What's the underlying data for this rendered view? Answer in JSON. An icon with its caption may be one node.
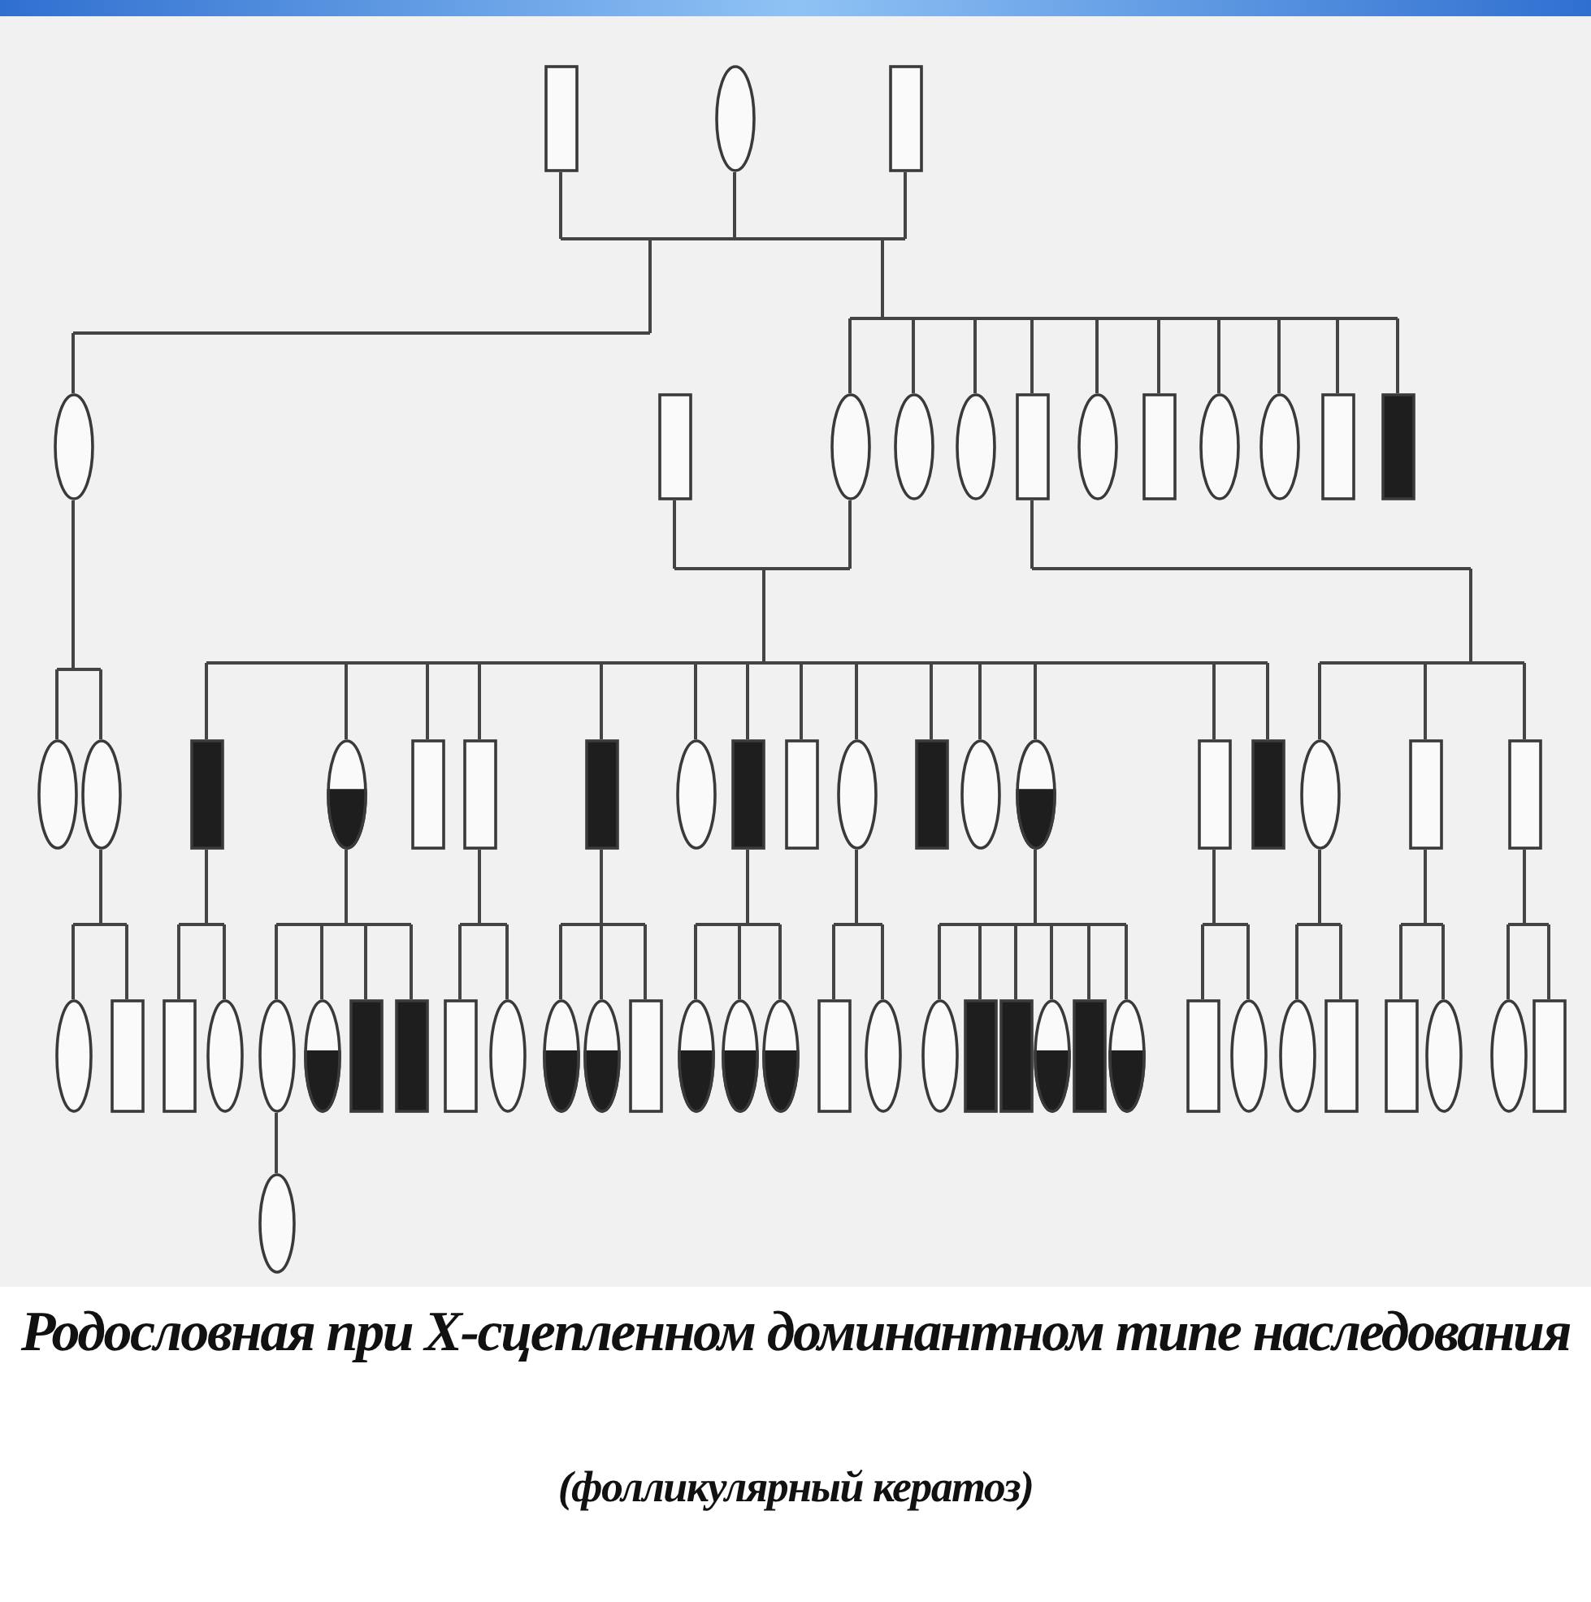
{
  "diagram": {
    "caption": "Родословная при Х-сцепленном доминантном типе наследования",
    "nodes": [
      {
        "text": [],
        "shape": "box"
      },
      {
        "text": [],
        "shape": "circle"
      },
      {
        "text": [],
        "shape": "box"
      },
      {
        "text": [],
        "shape": "circle"
      },
      {
        "text": [],
        "shape": "box"
      },
      {
        "text": [],
        "shape": "circle"
      },
      {
        "text": [],
        "shape": "circle"
      },
      {
        "text": [],
        "shape": "circle"
      },
      {
        "text": [],
        "shape": "box"
      },
      {
        "text": [],
        "shape": "circle"
      },
      {
        "text": [],
        "shape": "box"
      },
      {
        "text": [],
        "shape": "circle"
      },
      {
        "text": [],
        "shape": "circle"
      },
      {
        "text": [],
        "shape": "box"
      },
      {
        "text": [],
        "shape": "filled-box"
      },
      {
        "text": [],
        "shape": "circle"
      },
      {
        "text": [],
        "shape": "circle"
      },
      {
        "text": [],
        "shape": "filled-box"
      },
      {
        "text": [],
        "shape": "half-filled-circle"
      },
      {
        "text": [],
        "shape": "box"
      },
      {
        "text": [],
        "shape": "box"
      },
      {
        "text": [],
        "shape": "filled-box"
      },
      {
        "text": [],
        "shape": "circle"
      },
      {
        "text": [],
        "shape": "filled-box"
      },
      {
        "text": [],
        "shape": "box"
      },
      {
        "text": [],
        "shape": "circle"
      },
      {
        "text": [],
        "shape": "filled-box"
      },
      {
        "text": [],
        "shape": "circle"
      },
      {
        "text": [],
        "shape": "half-filled-circle"
      },
      {
        "text": [],
        "shape": "box"
      },
      {
        "text": [],
        "shape": "filled-box"
      },
      {
        "text": [],
        "shape": "circle"
      },
      {
        "text": [],
        "shape": "box"
      },
      {
        "text": [],
        "shape": "box"
      },
      {
        "text": [],
        "shape": "circle"
      },
      {
        "text": [],
        "shape": "box"
      },
      {
        "text": [],
        "shape": "box"
      },
      {
        "text": [],
        "shape": "circle"
      },
      {
        "text": [],
        "shape": "circle"
      },
      {
        "text": [],
        "shape": "half-filled-circle"
      },
      {
        "text": [],
        "shape": "filled-box"
      },
      {
        "text": [],
        "shape": "filled-box"
      },
      {
        "text": [],
        "shape": "box"
      },
      {
        "text": [],
        "shape": "circle"
      },
      {
        "text": [],
        "shape": "half-filled-circle"
      },
      {
        "text": [],
        "shape": "half-filled-circle"
      },
      {
        "text": [],
        "shape": "box"
      },
      {
        "text": [],
        "shape": "half-filled-circle"
      },
      {
        "text": [],
        "shape": "half-filled-circle"
      },
      {
        "text": [],
        "shape": "half-filled-circle"
      },
      {
        "text": [],
        "shape": "box"
      },
      {
        "text": [],
        "shape": "circle"
      },
      {
        "text": [],
        "shape": "circle"
      },
      {
        "text": [],
        "shape": "filled-box"
      },
      {
        "text": [],
        "shape": "filled-box"
      },
      {
        "text": [],
        "shape": "half-filled-circle"
      },
      {
        "text": [],
        "shape": "filled-box"
      },
      {
        "text": [],
        "shape": "half-filled-circle"
      },
      {
        "text": [],
        "shape": "box"
      },
      {
        "text": [],
        "shape": "circle"
      },
      {
        "text": [],
        "shape": "circle"
      },
      {
        "text": [],
        "shape": "box"
      },
      {
        "text": [],
        "shape": "box"
      },
      {
        "text": [],
        "shape": "circle"
      },
      {
        "text": [],
        "shape": "circle"
      },
      {
        "text": [],
        "shape": "box"
      },
      {
        "text": [],
        "shape": "circle"
      }
    ],
    "edges": [
      {
        "from": 0,
        "to": 1,
        "arrow": "none"
      },
      {
        "from": 0,
        "to": 3,
        "arrow": "none"
      },
      {
        "from": 1,
        "to": 3,
        "arrow": "none"
      },
      {
        "from": 1,
        "to": 2,
        "arrow": "none"
      },
      {
        "from": 1,
        "to": 5,
        "arrow": "none"
      },
      {
        "from": 1,
        "to": 6,
        "arrow": "none"
      },
      {
        "from": 1,
        "to": 7,
        "arrow": "none"
      },
      {
        "from": 1,
        "to": 8,
        "arrow": "none"
      },
      {
        "from": 1,
        "to": 9,
        "arrow": "none"
      },
      {
        "from": 1,
        "to": 10,
        "arrow": "none"
      },
      {
        "from": 1,
        "to": 11,
        "arrow": "none"
      },
      {
        "from": 1,
        "to": 12,
        "arrow": "none"
      },
      {
        "from": 1,
        "to": 13,
        "arrow": "none"
      },
      {
        "from": 1,
        "to": 14,
        "arrow": "none"
      },
      {
        "from": 2,
        "to": 5,
        "arrow": "none"
      },
      {
        "from": 2,
        "to": 6,
        "arrow": "none"
      },
      {
        "from": 2,
        "to": 7,
        "arrow": "none"
      },
      {
        "from": 2,
        "to": 8,
        "arrow": "none"
      },
      {
        "from": 2,
        "to": 9,
        "arrow": "none"
      },
      {
        "from": 2,
        "to": 10,
        "arrow": "none"
      },
      {
        "from": 2,
        "to": 11,
        "arrow": "none"
      },
      {
        "from": 2,
        "to": 12,
        "arrow": "none"
      },
      {
        "from": 2,
        "to": 13,
        "arrow": "none"
      },
      {
        "from": 2,
        "to": 14,
        "arrow": "none"
      },
      {
        "from": 3,
        "to": 15,
        "arrow": "none"
      },
      {
        "from": 3,
        "to": 16,
        "arrow": "none"
      },
      {
        "from": 4,
        "to": 5,
        "arrow": "none"
      },
      {
        "from": 4,
        "to": 17,
        "arrow": "none"
      },
      {
        "from": 4,
        "to": 18,
        "arrow": "none"
      },
      {
        "from": 4,
        "to": 19,
        "arrow": "none"
      },
      {
        "from": 4,
        "to": 20,
        "arrow": "none"
      },
      {
        "from": 4,
        "to": 21,
        "arrow": "none"
      },
      {
        "from": 4,
        "to": 22,
        "arrow": "none"
      },
      {
        "from": 4,
        "to": 23,
        "arrow": "none"
      },
      {
        "from": 4,
        "to": 24,
        "arrow": "none"
      },
      {
        "from": 4,
        "to": 25,
        "arrow": "none"
      },
      {
        "from": 4,
        "to": 26,
        "arrow": "none"
      },
      {
        "from": 4,
        "to": 27,
        "arrow": "none"
      },
      {
        "from": 4,
        "to": 28,
        "arrow": "none"
      },
      {
        "from": 4,
        "to": 29,
        "arrow": "none"
      },
      {
        "from": 4,
        "to": 30,
        "arrow": "none"
      },
      {
        "from": 5,
        "to": 17,
        "arrow": "none"
      },
      {
        "from": 5,
        "to": 18,
        "arrow": "none"
      },
      {
        "from": 5,
        "to": 19,
        "arrow": "none"
      },
      {
        "from": 5,
        "to": 20,
        "arrow": "none"
      },
      {
        "from": 5,
        "to": 21,
        "arrow": "none"
      },
      {
        "from": 5,
        "to": 22,
        "arrow": "none"
      },
      {
        "from": 5,
        "to": 23,
        "arrow": "none"
      },
      {
        "from": 5,
        "to": 24,
        "arrow": "none"
      },
      {
        "from": 5,
        "to": 25,
        "arrow": "none"
      },
      {
        "from": 5,
        "to": 26,
        "arrow": "none"
      },
      {
        "from": 5,
        "to": 27,
        "arrow": "none"
      },
      {
        "from": 5,
        "to": 28,
        "arrow": "none"
      },
      {
        "from": 5,
        "to": 29,
        "arrow": "none"
      },
      {
        "from": 5,
        "to": 30,
        "arrow": "none"
      },
      {
        "from": 8,
        "to": 31,
        "arrow": "none"
      },
      {
        "from": 8,
        "to": 32,
        "arrow": "none"
      },
      {
        "from": 8,
        "to": 33,
        "arrow": "none"
      },
      {
        "from": 16,
        "to": 34,
        "arrow": "none"
      },
      {
        "from": 16,
        "to": 35,
        "arrow": "none"
      },
      {
        "from": 17,
        "to": 36,
        "arrow": "none"
      },
      {
        "from": 17,
        "to": 37,
        "arrow": "none"
      },
      {
        "from": 18,
        "to": 38,
        "arrow": "none"
      },
      {
        "from": 18,
        "to": 39,
        "arrow": "none"
      },
      {
        "from": 18,
        "to": 40,
        "arrow": "none"
      },
      {
        "from": 18,
        "to": 41,
        "arrow": "none"
      },
      {
        "from": 20,
        "to": 42,
        "arrow": "none"
      },
      {
        "from": 20,
        "to": 43,
        "arrow": "none"
      },
      {
        "from": 21,
        "to": 44,
        "arrow": "none"
      },
      {
        "from": 21,
        "to": 45,
        "arrow": "none"
      },
      {
        "from": 21,
        "to": 46,
        "arrow": "none"
      },
      {
        "from": 23,
        "to": 47,
        "arrow": "none"
      },
      {
        "from": 23,
        "to": 48,
        "arrow": "none"
      },
      {
        "from": 23,
        "to": 49,
        "arrow": "none"
      },
      {
        "from": 25,
        "to": 50,
        "arrow": "none"
      },
      {
        "from": 25,
        "to": 51,
        "arrow": "none"
      },
      {
        "from": 28,
        "to": 52,
        "arrow": "none"
      },
      {
        "from": 28,
        "to": 53,
        "arrow": "none"
      },
      {
        "from": 28,
        "to": 54,
        "arrow": "none"
      },
      {
        "from": 28,
        "to": 55,
        "arrow": "none"
      },
      {
        "from": 28,
        "to": 56,
        "arrow": "none"
      },
      {
        "from": 28,
        "to": 57,
        "arrow": "none"
      },
      {
        "from": 29,
        "to": 58,
        "arrow": "none"
      },
      {
        "from": 29,
        "to": 59,
        "arrow": "none"
      },
      {
        "from": 31,
        "to": 60,
        "arrow": "none"
      },
      {
        "from": 31,
        "to": 61,
        "arrow": "none"
      },
      {
        "from": 32,
        "to": 62,
        "arrow": "none"
      },
      {
        "from": 32,
        "to": 63,
        "arrow": "none"
      },
      {
        "from": 33,
        "to": 64,
        "arrow": "none"
      },
      {
        "from": 33,
        "to": 65,
        "arrow": "none"
      },
      {
        "from": 38,
        "to": 66,
        "arrow": "none"
      }
    ],
    "labels": [
      "(фолликулярный кератоз)"
    ]
  }
}
